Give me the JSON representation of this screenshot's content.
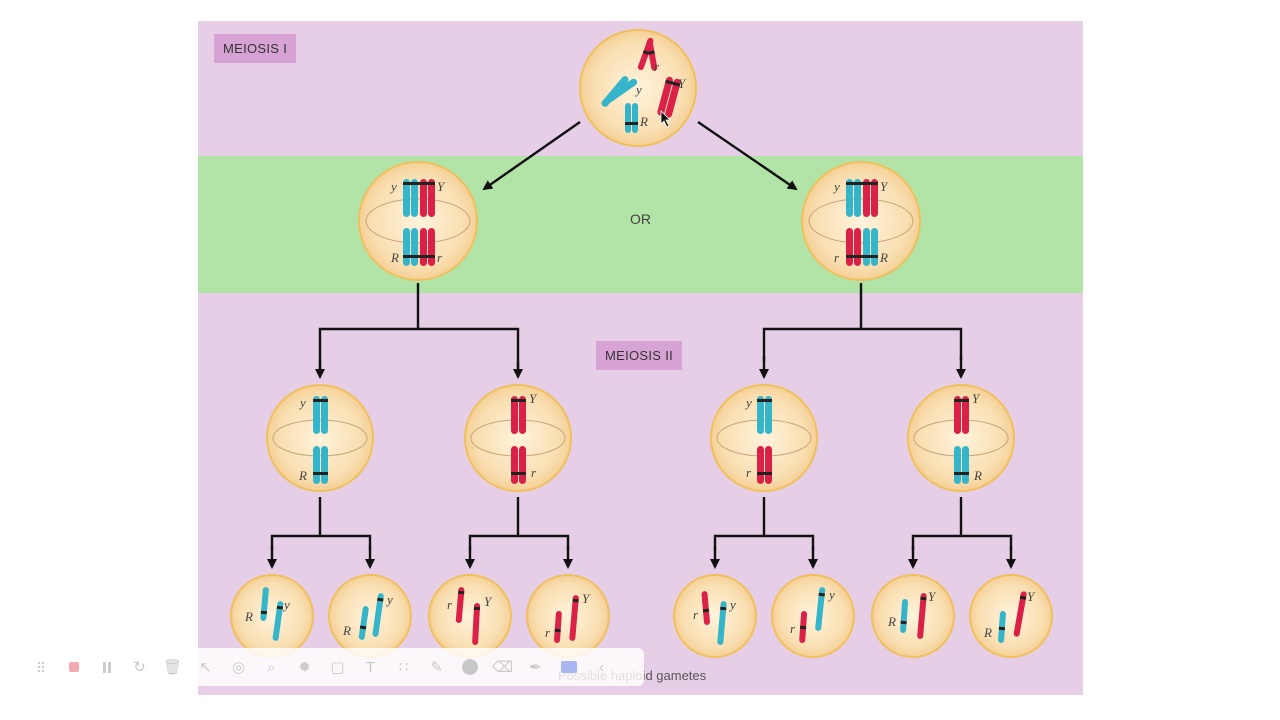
{
  "labels": {
    "meiosis1": "MEIOSIS I",
    "meiosis2": "MEIOSIS II",
    "or": "OR",
    "caption": "Possible haploid gametes"
  },
  "alleles": {
    "big_y": "Y",
    "small_y": "y",
    "big_r": "R",
    "small_r": "r"
  },
  "colors": {
    "figure_background": "#e6cfe6",
    "metaphase_band": "#b2e4a8",
    "label_box": "#d7a3d4",
    "cell_fill": "#f9e0b4",
    "cell_border": "#f0c05c",
    "chromosome_blue": "#35b5c9",
    "chromosome_red": "#dc2148"
  },
  "toolbar": {
    "tools": [
      "drag-handle",
      "stop",
      "pause",
      "undo",
      "delete",
      "select",
      "lasso",
      "zoom",
      "spotlight",
      "rectangle",
      "text",
      "grid",
      "pen",
      "emoji",
      "eraser",
      "highlighter",
      "color",
      "collapse"
    ]
  }
}
